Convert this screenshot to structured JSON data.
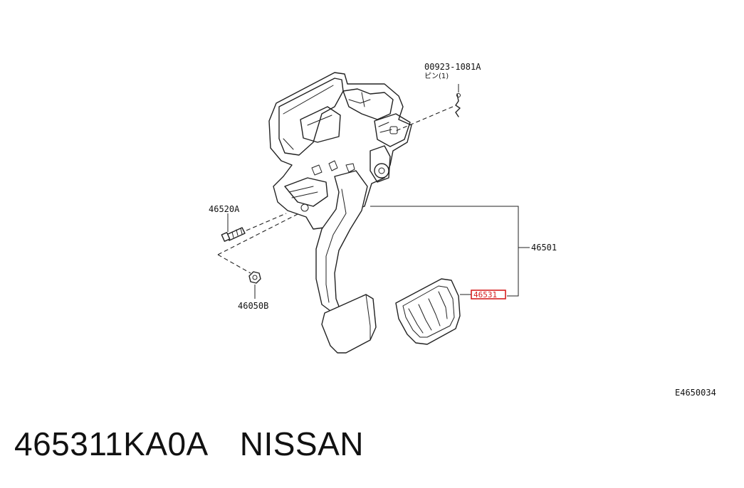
{
  "diagram": {
    "labels": {
      "pin_part": "00923-1081A",
      "pin_desc": "ピン(1)",
      "bolt": "46520A",
      "nut": "46050B",
      "pedal_assy": "46501",
      "pad": "46531",
      "ref_code": "E4650034"
    },
    "highlight_color": "#d62020"
  },
  "caption": {
    "part_number": "465311KA0A",
    "brand": "NISSAN"
  }
}
